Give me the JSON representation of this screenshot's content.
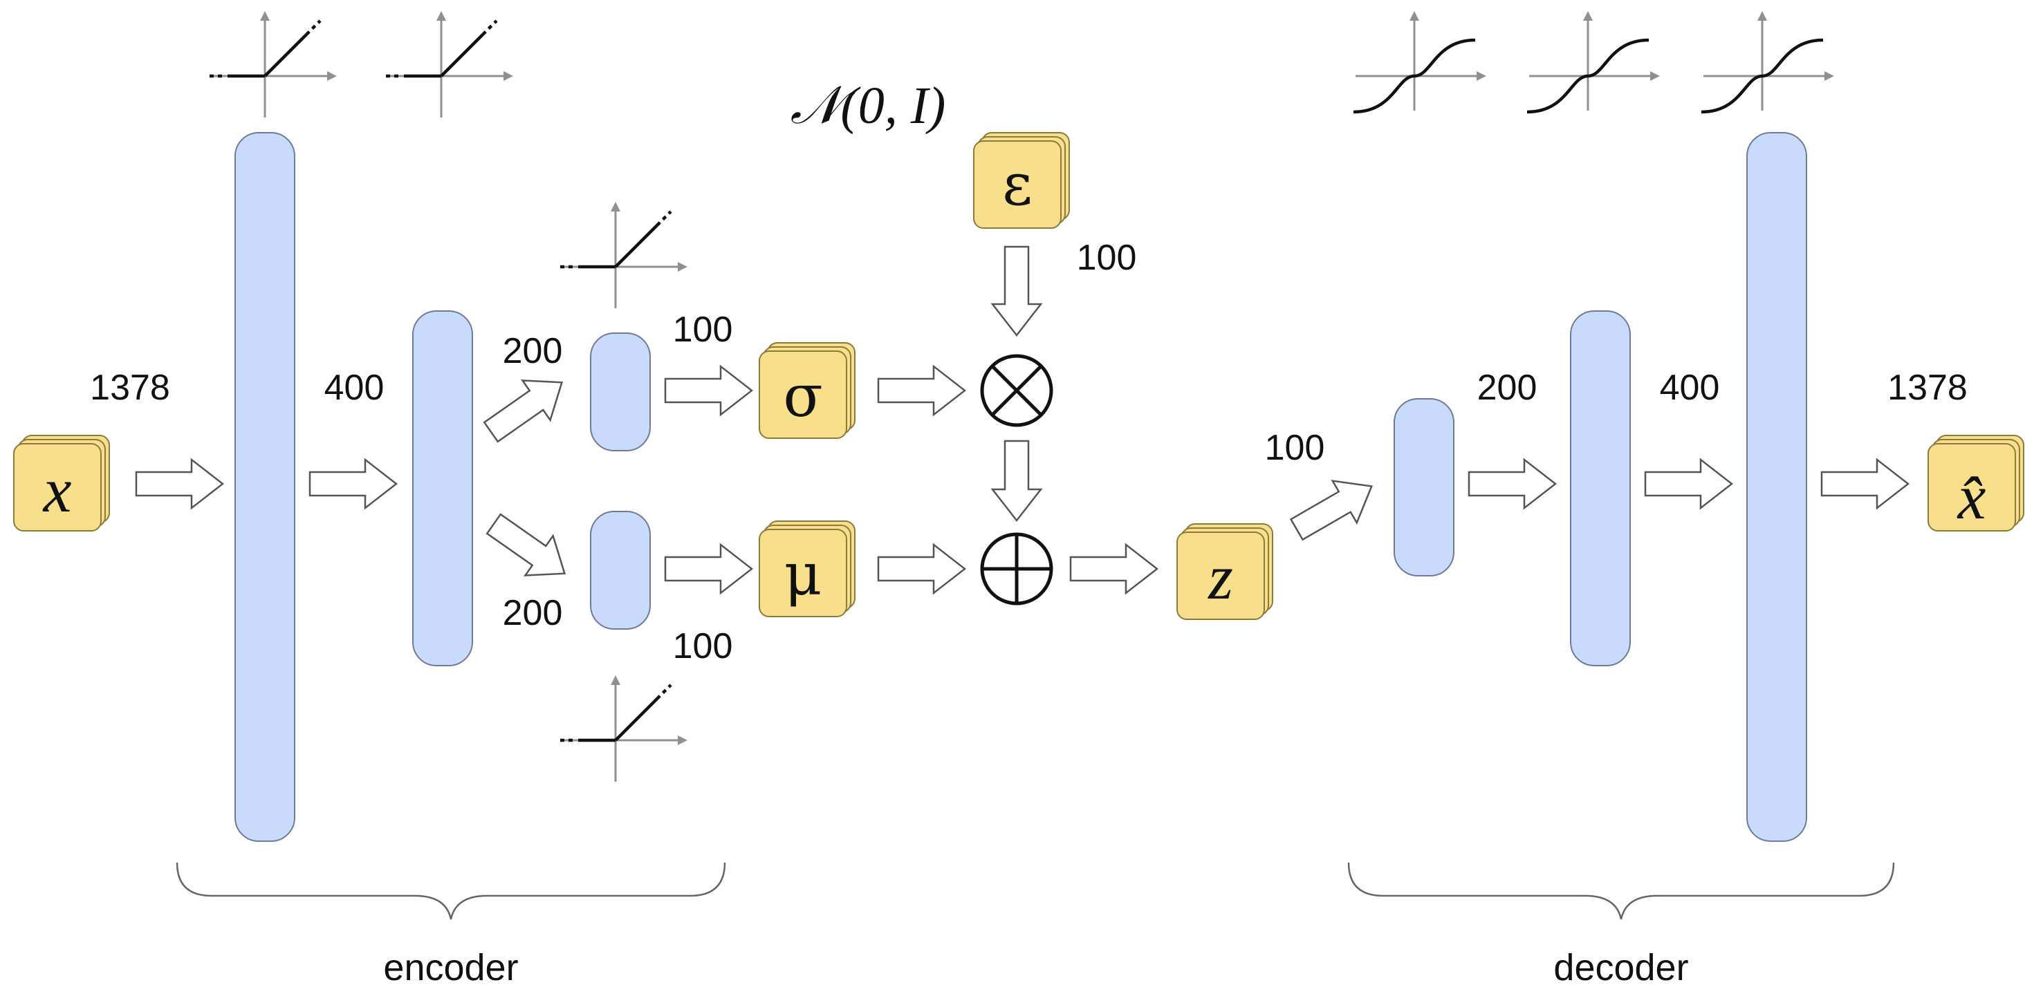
{
  "diagram": {
    "noise_source": "𝒩(0, I)",
    "nodes": {
      "input": "x",
      "sigma": "σ",
      "mu": "μ",
      "epsilon": "ε",
      "latent": "z",
      "output": "x̂",
      "multiply": "⊗",
      "add": "⊕"
    },
    "dims": {
      "input": "1378",
      "enc_layer1": "400",
      "enc_split_top": "200",
      "enc_split_bottom": "200",
      "sigma": "100",
      "mu": "100",
      "epsilon": "100",
      "latent": "100",
      "dec_layer1": "200",
      "dec_layer2": "400",
      "output": "1378"
    },
    "groups": {
      "encoder": "encoder",
      "decoder": "decoder"
    },
    "activation_icons": {
      "encoder": "relu-icon",
      "decoder": "sigmoid-icon"
    },
    "colors": {
      "layer_fill": "#c9dbfb",
      "card_fill": "#f7df8c"
    }
  }
}
